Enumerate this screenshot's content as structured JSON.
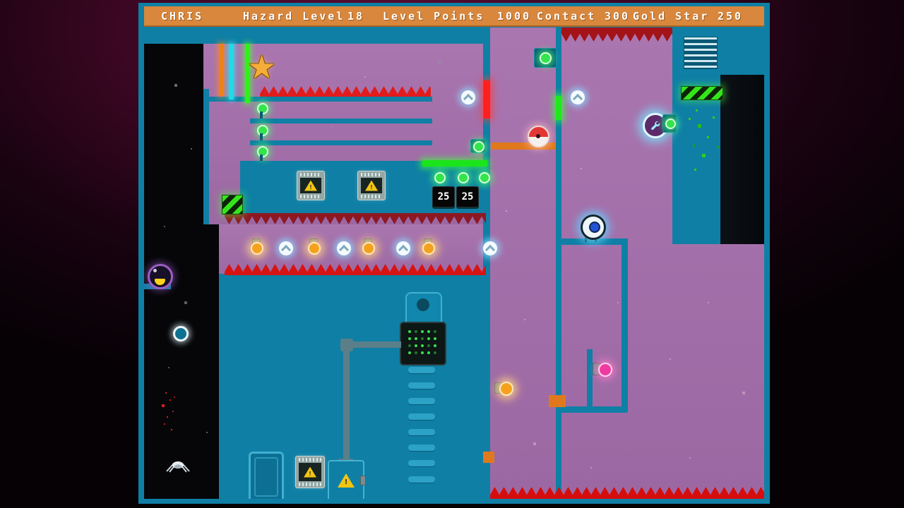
{
  "header": {
    "player_name": "CHRIS",
    "stats": [
      {
        "label": "Hazard Level",
        "value": "18"
      },
      {
        "label": "Level Points",
        "value": "1000"
      },
      {
        "label": "Contact",
        "value": "300"
      },
      {
        "label": "Gold Star",
        "value": "250"
      }
    ]
  },
  "world": {
    "counters": [
      "25",
      "25"
    ]
  },
  "icons": {
    "gold_star": "★",
    "warning_mark": "!"
  },
  "colors": {
    "header_orange": "#d8873c",
    "teal": "#0f7fa5",
    "purple": "#a571ab",
    "spike_bright": "#d61414",
    "spike_dark": "#8e1822",
    "glow_green": "#35e44b",
    "glow_orange": "#f4a21e",
    "glow_pink": "#ef3aa2",
    "gold": "#f2a936"
  }
}
